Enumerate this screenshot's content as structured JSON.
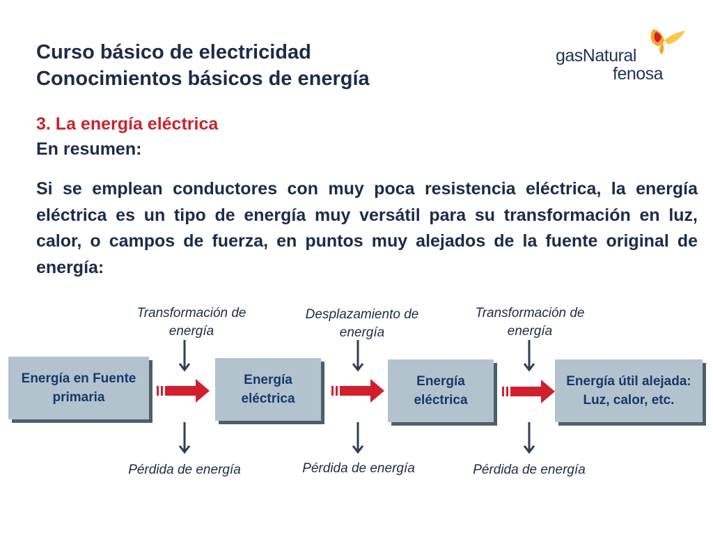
{
  "header": {
    "title_line1": "Curso básico de electricidad",
    "title_line2": "Conocimientos básicos de energía"
  },
  "logo": {
    "word1": "gasNatural",
    "word2": "fenosa",
    "icon": "butterfly-icon"
  },
  "section": {
    "heading": "3. La energía eléctrica",
    "subheading": "En resumen:"
  },
  "body": {
    "paragraph": "Si se emplean conductores con muy poca resistencia eléctrica, la energía eléctrica es un tipo de energía muy versátil para su transformación en luz, calor, o campos de fuerza, en puntos muy alejados de la fuente original de energía:"
  },
  "diagram": {
    "boxes": [
      {
        "label": "Energía en Fuente primaria"
      },
      {
        "label": "Energía eléctrica"
      },
      {
        "label": "Energía eléctrica"
      },
      {
        "label": "Energía útil alejada: Luz, calor, etc."
      }
    ],
    "top_labels": [
      {
        "text": "Transformación de energía"
      },
      {
        "text": "Desplazamiento de energía"
      },
      {
        "text": "Transformación de energía"
      }
    ],
    "bottom_labels": [
      {
        "text": "Pérdida de energía"
      },
      {
        "text": "Pérdida de energía"
      },
      {
        "text": "Pérdida de energía"
      }
    ],
    "colors": {
      "arrow": "#d0202e",
      "box": "#b3c3cd",
      "shadow": "#4d5f6e",
      "down_arrow": "#2e3e55"
    }
  }
}
